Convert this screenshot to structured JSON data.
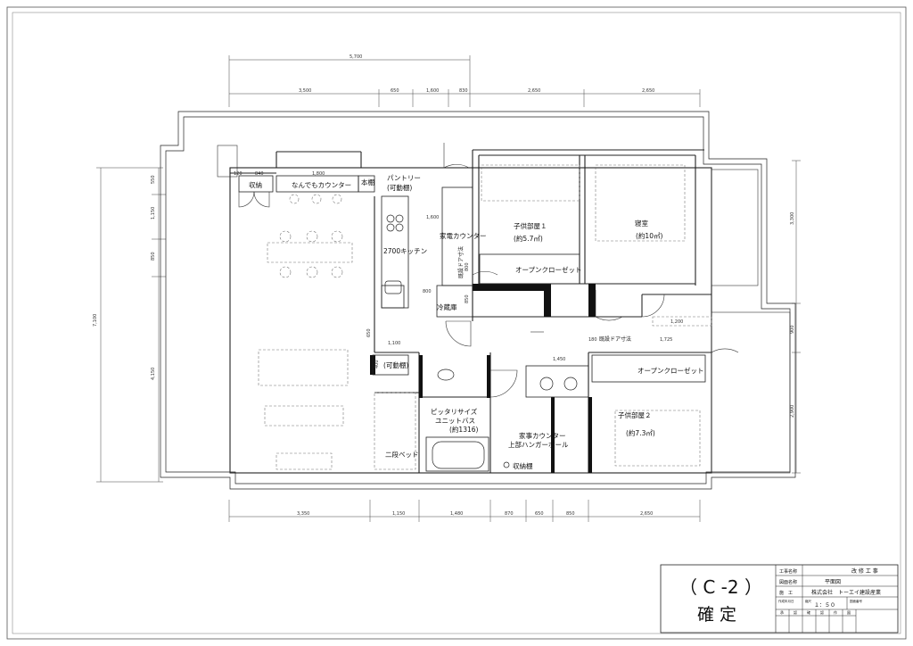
{
  "rooms": {
    "storage": "収納",
    "counter_any": "なんでもカウンター",
    "bookshelf": "本棚",
    "pantry": "パントリー",
    "pantry_sub": "(可動棚)",
    "kitchen": "2700キッチン",
    "appliance_counter": "家電カウンター",
    "fridge": "冷蔵庫",
    "child1": "子供部屋１",
    "child1_area": "(約5.7㎡)",
    "bedroom": "寝室",
    "bedroom_area": "(約10㎡)",
    "open_closet1": "オープンクローゼット",
    "open_closet2": "オープンクローゼット",
    "movable_shelf": "(可動棚)",
    "bath": "ピッタリサイズ",
    "bath2": "ユニットバス",
    "bath_size": "(約1316)",
    "housework": "家事カウンター",
    "hanger": "上部ハンガーポール",
    "storage_shelf": "収納棚",
    "child2": "子供部屋２",
    "child2_area": "(約7.3㎡)",
    "bunk": "二段ベッド",
    "door_note1": "既設ドア寸法",
    "door_note2": "既設ドア寸法"
  },
  "dims": {
    "top_total": "5,700",
    "top": [
      "3,500",
      "650",
      "1,600",
      "830",
      "2,650",
      "2,650"
    ],
    "bottom": [
      "3,350",
      "1,150",
      "1,480",
      "870",
      "650",
      "850",
      "2,650"
    ],
    "left_total": "7,100",
    "left": [
      "550",
      "1,150",
      "850",
      "4,150"
    ],
    "right": [
      "3,300",
      "900",
      "2,900"
    ],
    "inner": [
      "1,800",
      "1,600",
      "1,100",
      "1,450",
      "1,200",
      "1,725",
      "120",
      "840",
      "800",
      "800",
      "850",
      "650",
      "180",
      "400"
    ]
  },
  "title_block": {
    "stamp_code": "（ C -2 ）",
    "stamp_status": "確 定",
    "row1_label": "工事名称",
    "row1_value": "改 修 工 事",
    "row2_label": "図面名称",
    "row2_value": "平面図",
    "row3_label": "施　工",
    "row3_value": "株式会社　トーエイ建設産業",
    "row4_label": "作成年月日",
    "row4_scale_label": "縮尺",
    "row4_scale": "１：５０",
    "row4_drawing_no": "図面番号",
    "row5": [
      "承",
      "認",
      "確",
      "認",
      "作",
      "図"
    ]
  }
}
